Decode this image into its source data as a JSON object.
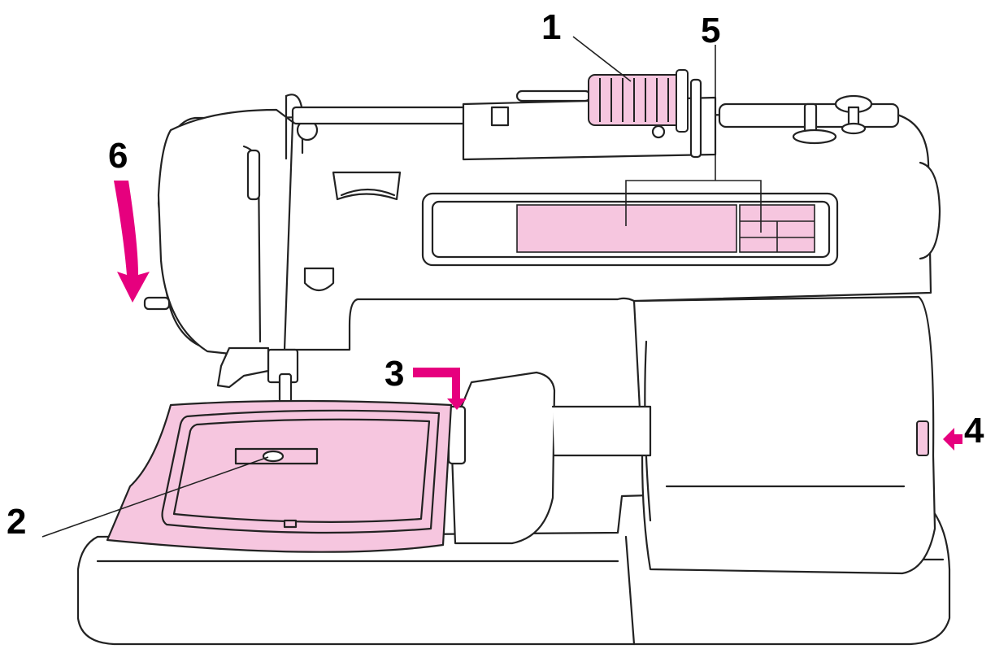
{
  "callouts": {
    "c1": "1",
    "c2": "2",
    "c3": "3",
    "c4": "4",
    "c5": "5",
    "c6": "6"
  },
  "colors": {
    "accent": "#e6007e",
    "fabric": "#f6c6df",
    "outline": "#222222",
    "body": "#ffffff"
  }
}
